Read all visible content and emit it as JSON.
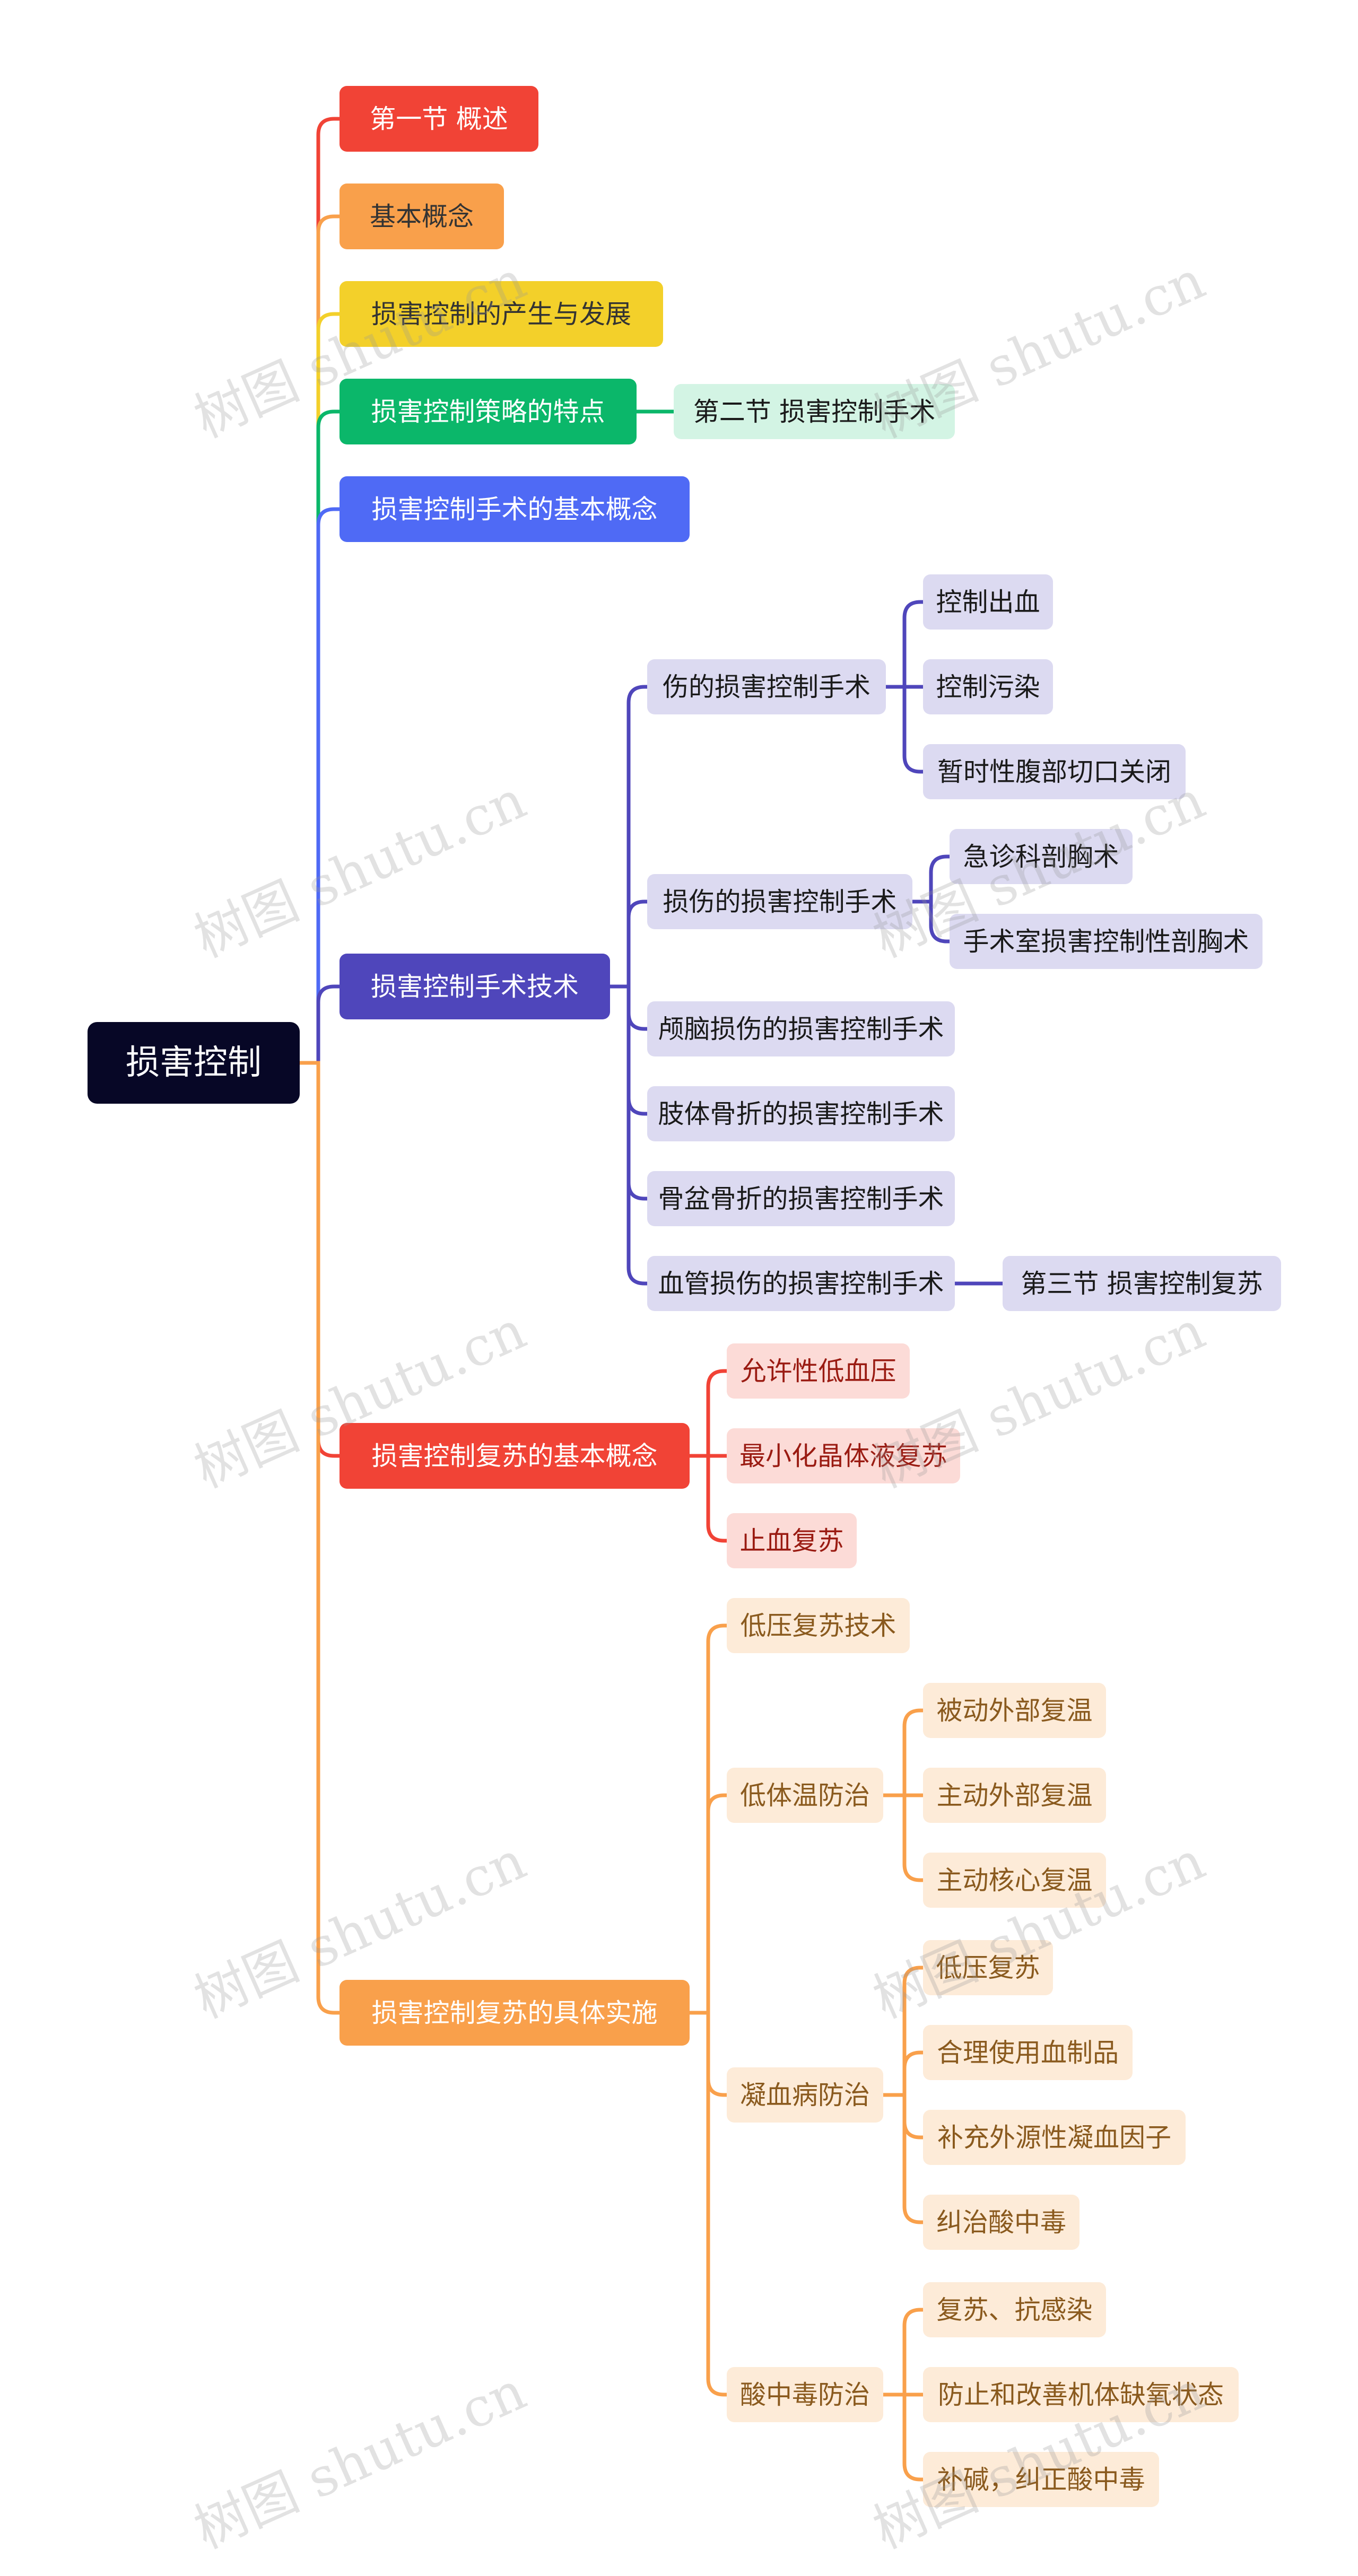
{
  "colors": {
    "red": "#F14336",
    "orange": "#F9A04B",
    "yellow": "#F3D02A",
    "green": "#0BB76A",
    "blue": "#4F6AF5",
    "indigo": "#4F46BB",
    "root": "#070726",
    "indigo_light": "#DCDAF1",
    "red_light": "#FCDBD7",
    "orange_light": "#FDEBD8",
    "green_light": "#D3F4E4"
  },
  "watermark": "树图 shutu.cn",
  "mindmap": {
    "root": {
      "label": "损害控制"
    },
    "branches": [
      {
        "label": "第一节 概述",
        "color": "red",
        "children": []
      },
      {
        "label": "基本概念",
        "color": "orange",
        "children": []
      },
      {
        "label": "损害控制的产生与发展",
        "color": "yellow",
        "children": []
      },
      {
        "label": "损害控制策略的特点",
        "color": "green",
        "children": [
          {
            "label": "第二节  损害控制手术",
            "children": []
          }
        ]
      },
      {
        "label": "损害控制手术的基本概念",
        "color": "blue",
        "children": []
      },
      {
        "label": "损害控制手术技术",
        "color": "indigo",
        "children": [
          {
            "label": "伤的损害控制手术",
            "children": [
              {
                "label": "控制出血"
              },
              {
                "label": "控制污染"
              },
              {
                "label": "暂时性腹部切口关闭"
              }
            ]
          },
          {
            "label": "损伤的损害控制手术",
            "children": [
              {
                "label": "急诊科剖胸术"
              },
              {
                "label": "手术室损害控制性剖胸术"
              }
            ]
          },
          {
            "label": "颅脑损伤的损害控制手术",
            "children": []
          },
          {
            "label": "肢体骨折的损害控制手术",
            "children": []
          },
          {
            "label": "骨盆骨折的损害控制手术",
            "children": []
          },
          {
            "label": "血管损伤的损害控制手术",
            "children": [
              {
                "label": "第三节  损害控制复苏"
              }
            ]
          }
        ]
      },
      {
        "label": "损害控制复苏的基本概念",
        "color": "red",
        "children": [
          {
            "label": "允许性低血压",
            "children": []
          },
          {
            "label": "最小化晶体液复苏",
            "children": []
          },
          {
            "label": "止血复苏",
            "children": []
          }
        ]
      },
      {
        "label": "损害控制复苏的具体实施",
        "color": "orange",
        "children": [
          {
            "label": "低压复苏技术",
            "children": []
          },
          {
            "label": "低体温防治",
            "children": [
              {
                "label": "被动外部复温"
              },
              {
                "label": "主动外部复温"
              },
              {
                "label": "主动核心复温"
              }
            ]
          },
          {
            "label": "凝血病防治",
            "children": [
              {
                "label": "低压复苏"
              },
              {
                "label": "合理使用血制品"
              },
              {
                "label": "补充外源性凝血因子"
              },
              {
                "label": "纠治酸中毒"
              }
            ]
          },
          {
            "label": "酸中毒防治",
            "children": [
              {
                "label": "复苏、抗感染"
              },
              {
                "label": "防止和改善机体缺氧状态"
              },
              {
                "label": "补碱，纠正酸中毒"
              }
            ]
          }
        ]
      }
    ]
  }
}
